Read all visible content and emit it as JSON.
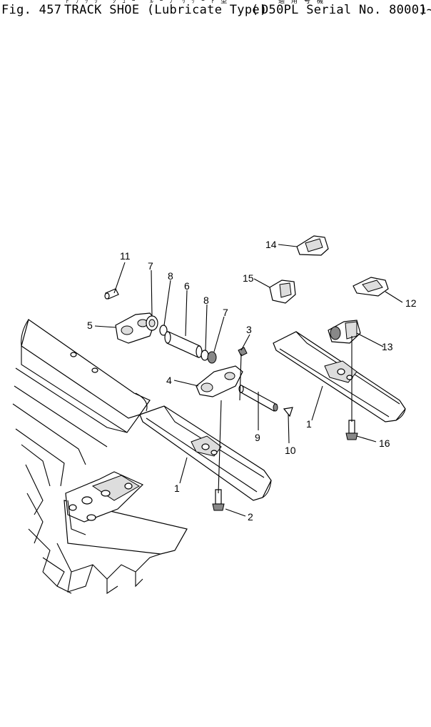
{
  "header": {
    "fig_no": "Fig. 457",
    "title": "TRACK SHOE (Lubricate Type)",
    "serial": "D50PL Serial No. 80001~"
  },
  "callouts": [
    "1",
    "1",
    "2",
    "3",
    "4",
    "5",
    "6",
    "7",
    "7",
    "8",
    "8",
    "9",
    "10",
    "11",
    "12",
    "13",
    "14",
    "15",
    "16"
  ]
}
